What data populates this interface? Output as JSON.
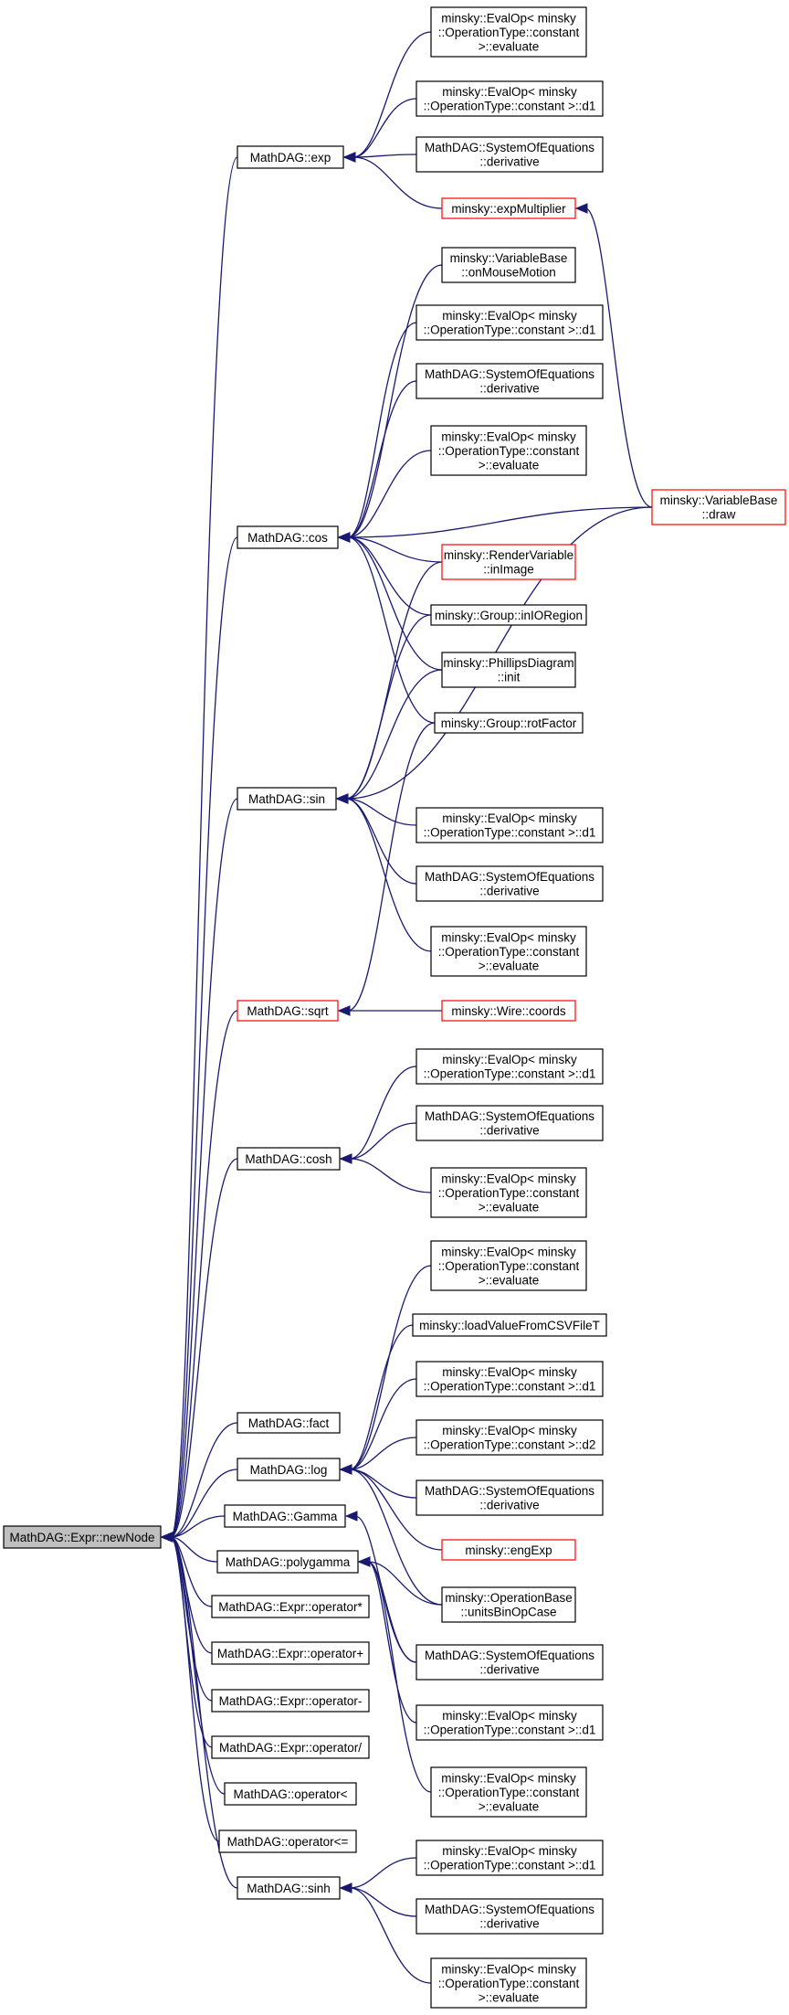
{
  "graph": {
    "nodes": {
      "root": {
        "lines": [
          "MathDAG::Expr::newNode"
        ],
        "style": "root"
      },
      "exp": {
        "lines": [
          "MathDAG::exp"
        ],
        "style": "normal"
      },
      "exp_eval": {
        "lines": [
          "minsky::EvalOp< minsky",
          "::OperationType::constant",
          ">::evaluate"
        ],
        "style": "normal"
      },
      "exp_d1": {
        "lines": [
          "minsky::EvalOp< minsky",
          "::OperationType::constant >::d1"
        ],
        "style": "normal"
      },
      "exp_soe": {
        "lines": [
          "MathDAG::SystemOfEquations",
          "::derivative"
        ],
        "style": "normal"
      },
      "expMultiplier": {
        "lines": [
          "minsky::expMultiplier"
        ],
        "style": "red"
      },
      "vb_mouse": {
        "lines": [
          "minsky::VariableBase",
          "::onMouseMotion"
        ],
        "style": "normal"
      },
      "cos_d1": {
        "lines": [
          "minsky::EvalOp< minsky",
          "::OperationType::constant >::d1"
        ],
        "style": "normal"
      },
      "cos_soe": {
        "lines": [
          "MathDAG::SystemOfEquations",
          "::derivative"
        ],
        "style": "normal"
      },
      "cos_eval": {
        "lines": [
          "minsky::EvalOp< minsky",
          "::OperationType::constant",
          ">::evaluate"
        ],
        "style": "normal"
      },
      "cos": {
        "lines": [
          "MathDAG::cos"
        ],
        "style": "normal"
      },
      "vb_draw": {
        "lines": [
          "minsky::VariableBase",
          "::draw"
        ],
        "style": "red"
      },
      "renderVar": {
        "lines": [
          "minsky::RenderVariable",
          "::inImage"
        ],
        "style": "red"
      },
      "group_inIO": {
        "lines": [
          "minsky::Group::inIORegion"
        ],
        "style": "normal"
      },
      "phillips": {
        "lines": [
          "minsky::PhillipsDiagram",
          "::init"
        ],
        "style": "normal"
      },
      "group_rot": {
        "lines": [
          "minsky::Group::rotFactor"
        ],
        "style": "normal"
      },
      "sin": {
        "lines": [
          "MathDAG::sin"
        ],
        "style": "normal"
      },
      "sin_d1": {
        "lines": [
          "minsky::EvalOp< minsky",
          "::OperationType::constant >::d1"
        ],
        "style": "normal"
      },
      "sin_soe": {
        "lines": [
          "MathDAG::SystemOfEquations",
          "::derivative"
        ],
        "style": "normal"
      },
      "sin_eval": {
        "lines": [
          "minsky::EvalOp< minsky",
          "::OperationType::constant",
          ">::evaluate"
        ],
        "style": "normal"
      },
      "sqrt": {
        "lines": [
          "MathDAG::sqrt"
        ],
        "style": "red"
      },
      "wire_coords": {
        "lines": [
          "minsky::Wire::coords"
        ],
        "style": "red"
      },
      "cosh_d1": {
        "lines": [
          "minsky::EvalOp< minsky",
          "::OperationType::constant >::d1"
        ],
        "style": "normal"
      },
      "cosh_soe": {
        "lines": [
          "MathDAG::SystemOfEquations",
          "::derivative"
        ],
        "style": "normal"
      },
      "cosh": {
        "lines": [
          "MathDAG::cosh"
        ],
        "style": "normal"
      },
      "cosh_eval": {
        "lines": [
          "minsky::EvalOp< minsky",
          "::OperationType::constant",
          ">::evaluate"
        ],
        "style": "normal"
      },
      "log_eval": {
        "lines": [
          "minsky::EvalOp< minsky",
          "::OperationType::constant",
          ">::evaluate"
        ],
        "style": "normal"
      },
      "loadCSV": {
        "lines": [
          "minsky::loadValueFromCSVFileT"
        ],
        "style": "normal"
      },
      "log_d1": {
        "lines": [
          "minsky::EvalOp< minsky",
          "::OperationType::constant >::d1"
        ],
        "style": "normal"
      },
      "log_d2": {
        "lines": [
          "minsky::EvalOp< minsky",
          "::OperationType::constant >::d2"
        ],
        "style": "normal"
      },
      "log_soe": {
        "lines": [
          "MathDAG::SystemOfEquations",
          "::derivative"
        ],
        "style": "normal"
      },
      "fact": {
        "lines": [
          "MathDAG::fact"
        ],
        "style": "normal"
      },
      "log": {
        "lines": [
          "MathDAG::log"
        ],
        "style": "normal"
      },
      "engExp": {
        "lines": [
          "minsky::engExp"
        ],
        "style": "red"
      },
      "gamma": {
        "lines": [
          "MathDAG::Gamma"
        ],
        "style": "normal"
      },
      "polygamma": {
        "lines": [
          "MathDAG::polygamma"
        ],
        "style": "normal"
      },
      "opBase": {
        "lines": [
          "minsky::OperationBase",
          "::unitsBinOpCase"
        ],
        "style": "normal"
      },
      "op_mul": {
        "lines": [
          "MathDAG::Expr::operator*"
        ],
        "style": "normal"
      },
      "soe_shared": {
        "lines": [
          "MathDAG::SystemOfEquations",
          "::derivative"
        ],
        "style": "normal"
      },
      "op_plus": {
        "lines": [
          "MathDAG::Expr::operator+"
        ],
        "style": "normal"
      },
      "op_minus": {
        "lines": [
          "MathDAG::Expr::operator-"
        ],
        "style": "normal"
      },
      "poly_d1": {
        "lines": [
          "minsky::EvalOp< minsky",
          "::OperationType::constant >::d1"
        ],
        "style": "normal"
      },
      "op_div": {
        "lines": [
          "MathDAG::Expr::operator/"
        ],
        "style": "normal"
      },
      "poly_eval": {
        "lines": [
          "minsky::EvalOp< minsky",
          "::OperationType::constant",
          ">::evaluate"
        ],
        "style": "normal"
      },
      "op_lt": {
        "lines": [
          "MathDAG::operator<"
        ],
        "style": "normal"
      },
      "op_le": {
        "lines": [
          "MathDAG::operator<="
        ],
        "style": "normal"
      },
      "sinh_d1": {
        "lines": [
          "minsky::EvalOp< minsky",
          "::OperationType::constant >::d1"
        ],
        "style": "normal"
      },
      "sinh": {
        "lines": [
          "MathDAG::sinh"
        ],
        "style": "normal"
      },
      "sinh_soe": {
        "lines": [
          "MathDAG::SystemOfEquations",
          "::derivative"
        ],
        "style": "normal"
      },
      "sinh_eval": {
        "lines": [
          "minsky::EvalOp< minsky",
          "::OperationType::constant",
          ">::evaluate"
        ],
        "style": "normal"
      }
    },
    "edges": [
      [
        "root",
        "exp"
      ],
      [
        "root",
        "cos"
      ],
      [
        "root",
        "sin"
      ],
      [
        "root",
        "sqrt"
      ],
      [
        "root",
        "cosh"
      ],
      [
        "root",
        "fact"
      ],
      [
        "root",
        "log"
      ],
      [
        "root",
        "gamma"
      ],
      [
        "root",
        "polygamma"
      ],
      [
        "root",
        "op_mul"
      ],
      [
        "root",
        "op_plus"
      ],
      [
        "root",
        "op_minus"
      ],
      [
        "root",
        "op_div"
      ],
      [
        "root",
        "op_lt"
      ],
      [
        "root",
        "op_le"
      ],
      [
        "root",
        "sinh"
      ],
      [
        "exp",
        "exp_eval"
      ],
      [
        "exp",
        "exp_d1"
      ],
      [
        "exp",
        "exp_soe"
      ],
      [
        "exp",
        "expMultiplier"
      ],
      [
        "expMultiplier",
        "vb_draw"
      ],
      [
        "cos",
        "vb_mouse"
      ],
      [
        "cos",
        "cos_d1"
      ],
      [
        "cos",
        "cos_soe"
      ],
      [
        "cos",
        "cos_eval"
      ],
      [
        "cos",
        "vb_draw"
      ],
      [
        "cos",
        "renderVar"
      ],
      [
        "cos",
        "group_inIO"
      ],
      [
        "cos",
        "phillips"
      ],
      [
        "cos",
        "group_rot"
      ],
      [
        "sin",
        "renderVar"
      ],
      [
        "sin",
        "group_inIO"
      ],
      [
        "sin",
        "phillips"
      ],
      [
        "sin",
        "vb_draw"
      ],
      [
        "sin",
        "sin_d1"
      ],
      [
        "sin",
        "sin_soe"
      ],
      [
        "sin",
        "sin_eval"
      ],
      [
        "sqrt",
        "group_rot"
      ],
      [
        "sqrt",
        "wire_coords"
      ],
      [
        "cosh",
        "cosh_d1"
      ],
      [
        "cosh",
        "cosh_soe"
      ],
      [
        "cosh",
        "cosh_eval"
      ],
      [
        "log",
        "log_eval"
      ],
      [
        "log",
        "loadCSV"
      ],
      [
        "log",
        "log_d1"
      ],
      [
        "log",
        "log_d2"
      ],
      [
        "log",
        "log_soe"
      ],
      [
        "log",
        "engExp"
      ],
      [
        "log",
        "opBase"
      ],
      [
        "gamma",
        "soe_shared"
      ],
      [
        "polygamma",
        "opBase"
      ],
      [
        "polygamma",
        "soe_shared"
      ],
      [
        "polygamma",
        "poly_d1"
      ],
      [
        "polygamma",
        "poly_eval"
      ],
      [
        "sinh",
        "sinh_d1"
      ],
      [
        "sinh",
        "sinh_soe"
      ],
      [
        "sinh",
        "sinh_eval"
      ]
    ]
  }
}
